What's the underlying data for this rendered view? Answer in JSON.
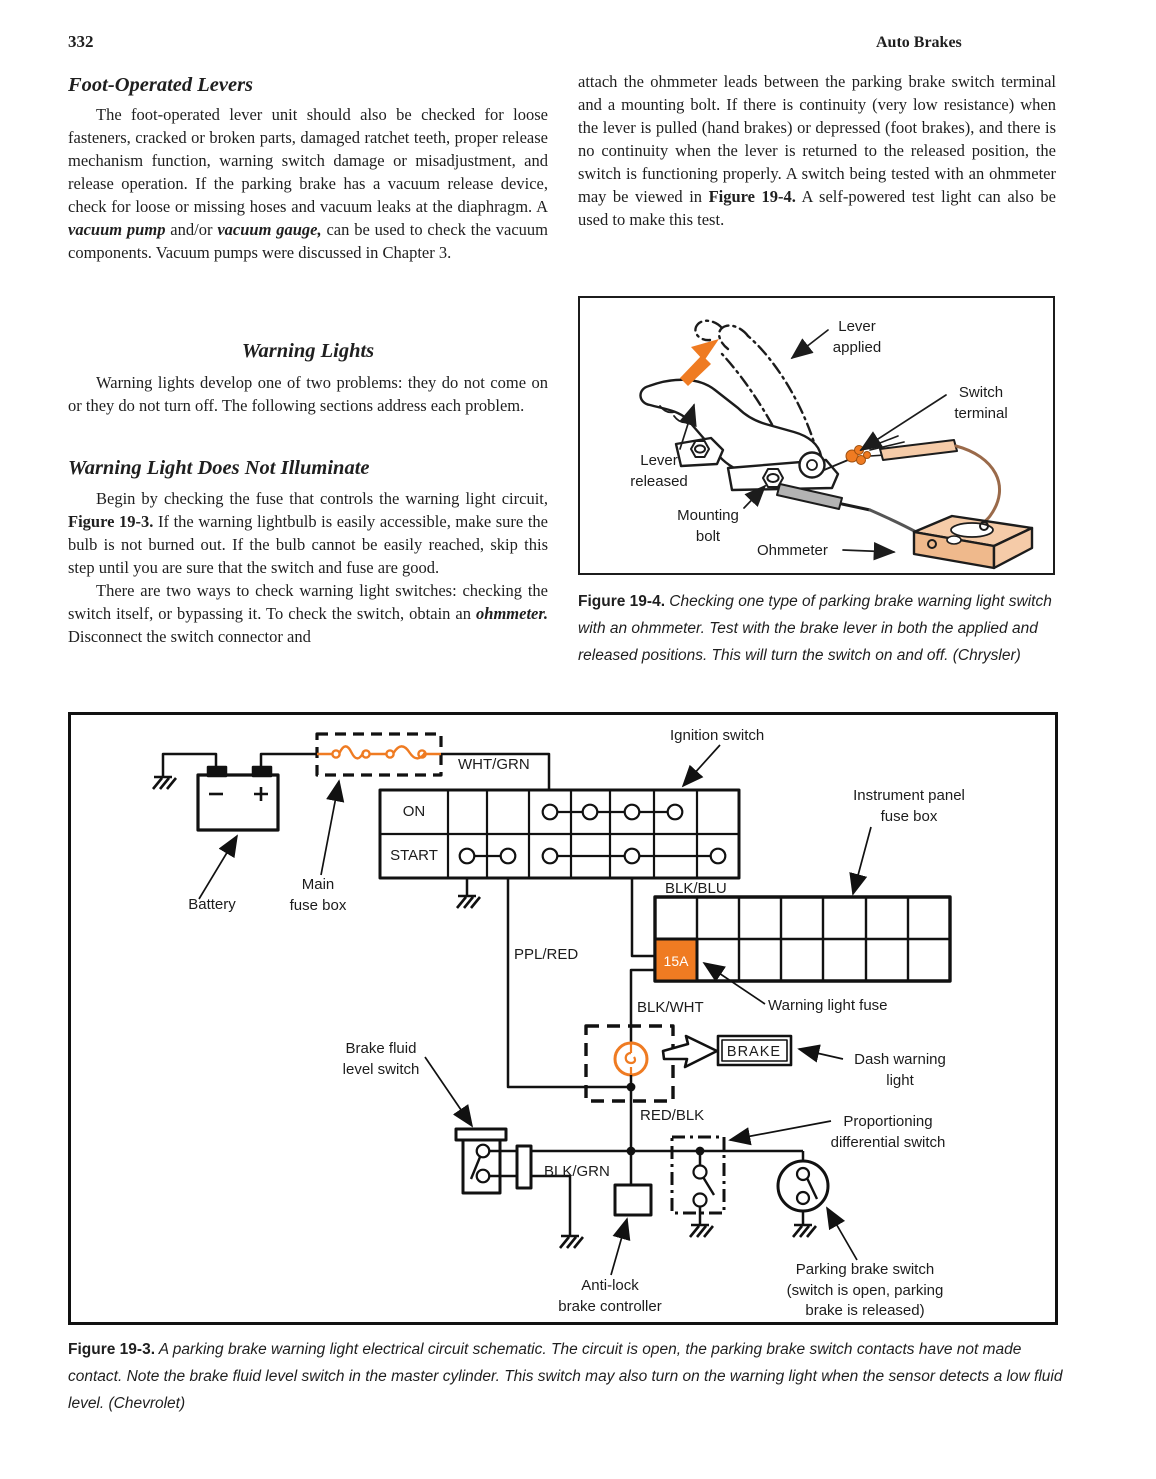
{
  "header": {
    "page_number": "332",
    "running_head": "Auto Brakes"
  },
  "article": {
    "section1_heading": "Foot-Operated Levers",
    "p1": [
      {
        "t": "The foot-operated lever unit should also be checked for loose fasteners, cracked or broken parts, damaged ratchet teeth, proper release mechanism function, warning switch damage or misadjustment, and release operation. If the parking brake has a vacuum release device, check for loose or missing hoses and vacuum leaks at the diaphragm. A "
      },
      {
        "t": "vacuum pump",
        "b": true,
        "i": true
      },
      {
        "t": " and/or "
      },
      {
        "t": "vacuum gauge,",
        "b": true,
        "i": true
      },
      {
        "t": " can be used to check the vacuum components. Vacuum pumps were discussed in Chapter 3."
      }
    ],
    "section2_heading": "Warning Lights",
    "p2": [
      {
        "t": "Warning lights develop one of two problems: they do not come on or they do not turn off. The following sections address each problem."
      }
    ],
    "section3_heading": "Warning Light Does Not Illuminate",
    "p3": [
      {
        "t": "Begin by checking the fuse that controls the warning light circuit, "
      },
      {
        "t": "Figure 19-3.",
        "b": true
      },
      {
        "t": " If the warning lightbulb is easily accessible, make sure the bulb is not burned out. If the bulb cannot be easily reached, skip this step until you are sure that the switch and fuse are good."
      }
    ],
    "p4": [
      {
        "t": "There are two ways to check warning light switches: checking the switch itself, or bypassing it. To check the switch, obtain an "
      },
      {
        "t": "ohmmeter.",
        "b": true,
        "i": true
      },
      {
        "t": " Disconnect the switch connector and"
      }
    ],
    "right_p": [
      {
        "t": "attach the ohmmeter leads between the parking brake switch terminal and a mounting bolt. If there is continuity (very low resistance) when the lever is pulled (hand brakes) or depressed (foot brakes), and there is no continuity when the lever is returned to the released position, the switch is functioning properly. A switch being tested with an ohmmeter may be viewed in "
      },
      {
        "t": "Figure 19-4.",
        "b": true
      },
      {
        "t": " A self-powered test light can also be used to make this test."
      }
    ]
  },
  "figure4": {
    "labels": {
      "lever_applied": "Lever\napplied",
      "switch_terminal": "Switch\nterminal",
      "lever_released": "Lever\nreleased",
      "mounting_bolt": "Mounting\nbolt",
      "ohmmeter": "Ohmmeter"
    },
    "caption": [
      {
        "t": "Figure 19-4.",
        "b": true
      },
      {
        "t": " Checking one type of parking brake warning light switch with an ohmmeter. Test with the brake lever in both the applied and released positions. This will turn the switch on and off. (Chrysler)",
        "i": true
      }
    ]
  },
  "figure3": {
    "labels": {
      "battery": "Battery",
      "main_fuse_box": "Main\nfuse box",
      "wht_grn": "WHT/GRN",
      "ignition_switch": "Ignition switch",
      "on": "ON",
      "start": "START",
      "instrument_panel_fuse_box": "Instrument panel\nfuse box",
      "blk_blu": "BLK/BLU",
      "fuse_15a": "15A",
      "warning_light_fuse": "Warning light fuse",
      "ppl_red": "PPL/RED",
      "blk_wht": "BLK/WHT",
      "brake": "BRAKE",
      "dash_warning_light": "Dash warning\nlight",
      "red_blk": "RED/BLK",
      "proportioning_differential_switch": "Proportioning\ndifferential switch",
      "brake_fluid_level_switch": "Brake fluid\nlevel switch",
      "blk_grn": "BLK/GRN",
      "anti_lock_brake_controller": "Anti-lock\nbrake controller",
      "parking_brake_switch": "Parking brake switch\n(switch is open, parking\nbrake is released)"
    },
    "caption": [
      {
        "t": "Figure 19-3.",
        "b": true
      },
      {
        "t": " A parking brake warning light electrical circuit schematic. The circuit is open, the parking brake switch contacts have not made contact. Note the brake fluid level switch in the master cylinder. This switch may also turn on the warning light when the sensor detects a low fluid level. (Chevrolet)",
        "i": true
      }
    ]
  },
  "colors": {
    "orange": "#EF7B22",
    "ink": "#1f1f1f",
    "meter_tan": "#F5CBA8",
    "probe_gray": "#B3B3B3"
  }
}
